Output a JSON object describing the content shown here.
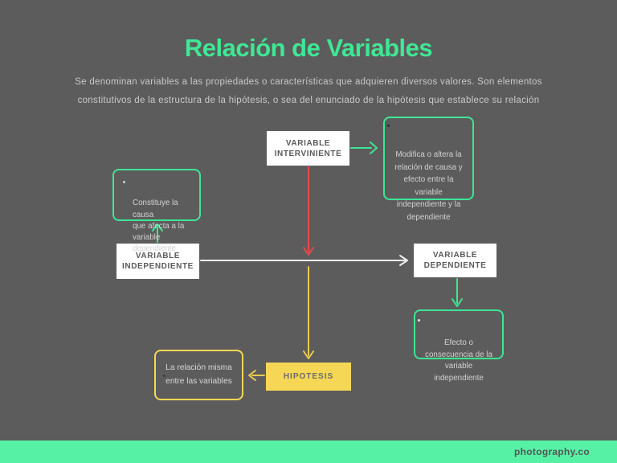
{
  "header": {
    "title": "Relación de Variables",
    "subtitle": "Se denominan variables a las propiedades o características que adquieren diversos valores. Son elementos\nconstitutivos de la estructura de la hipótesis, o sea del enunciado de la hipótesis que establece su relación"
  },
  "diagram": {
    "interviniente": {
      "label": "VARIABLE\nINTERVINIENTE",
      "note": "Modifica o altera la\nrelación de causa y\nefecto entre la\nvariable\nindependiente y la\ndependiente"
    },
    "independiente": {
      "label": "VARIABLE\nINDEPENDIENTE",
      "note": "Constituye la causa\nque afecta a la\nvariable\ndependiente"
    },
    "dependiente": {
      "label": "VARIABLE\nDEPENDIENTE",
      "note": "Efecto o\nconsecuencia de la\nvariable\nindependiente"
    },
    "hipotesis": {
      "label": "HIPOTESIS",
      "note": "La relación misma\nentre las variables"
    }
  },
  "footer": {
    "brand": "photography.co"
  },
  "colors": {
    "background": "#5C5C5C",
    "accent_green": "#3EE695",
    "footer_green": "#57F1A5",
    "arrow_red": "#E8494E",
    "yellow": "#F6D755",
    "box_white": "#FFFFFF",
    "text_light": "#D2D2D2",
    "text_dark": "#5A5A5A"
  }
}
